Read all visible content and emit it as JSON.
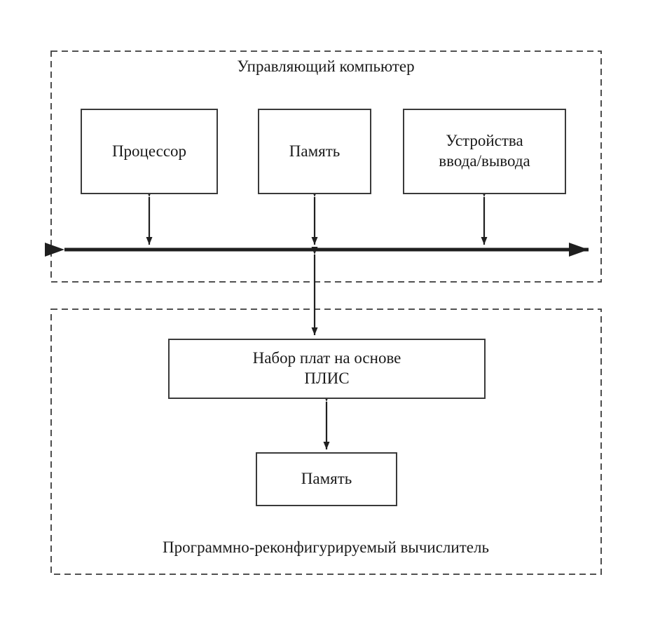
{
  "diagram": {
    "top_group": {
      "title": "Управляющий компьютер",
      "processor": "Процессор",
      "memory": "Память",
      "io_line1": "Устройства",
      "io_line2": "ввода/вывода"
    },
    "bottom_group": {
      "title": "Программно-реконфигурируемый вычислитель",
      "fpga_line1": "Набор плат на основе",
      "fpga_line2": "ПЛИС",
      "memory": "Память"
    },
    "colors": {
      "line": "#333333",
      "background": "#ffffff"
    }
  }
}
